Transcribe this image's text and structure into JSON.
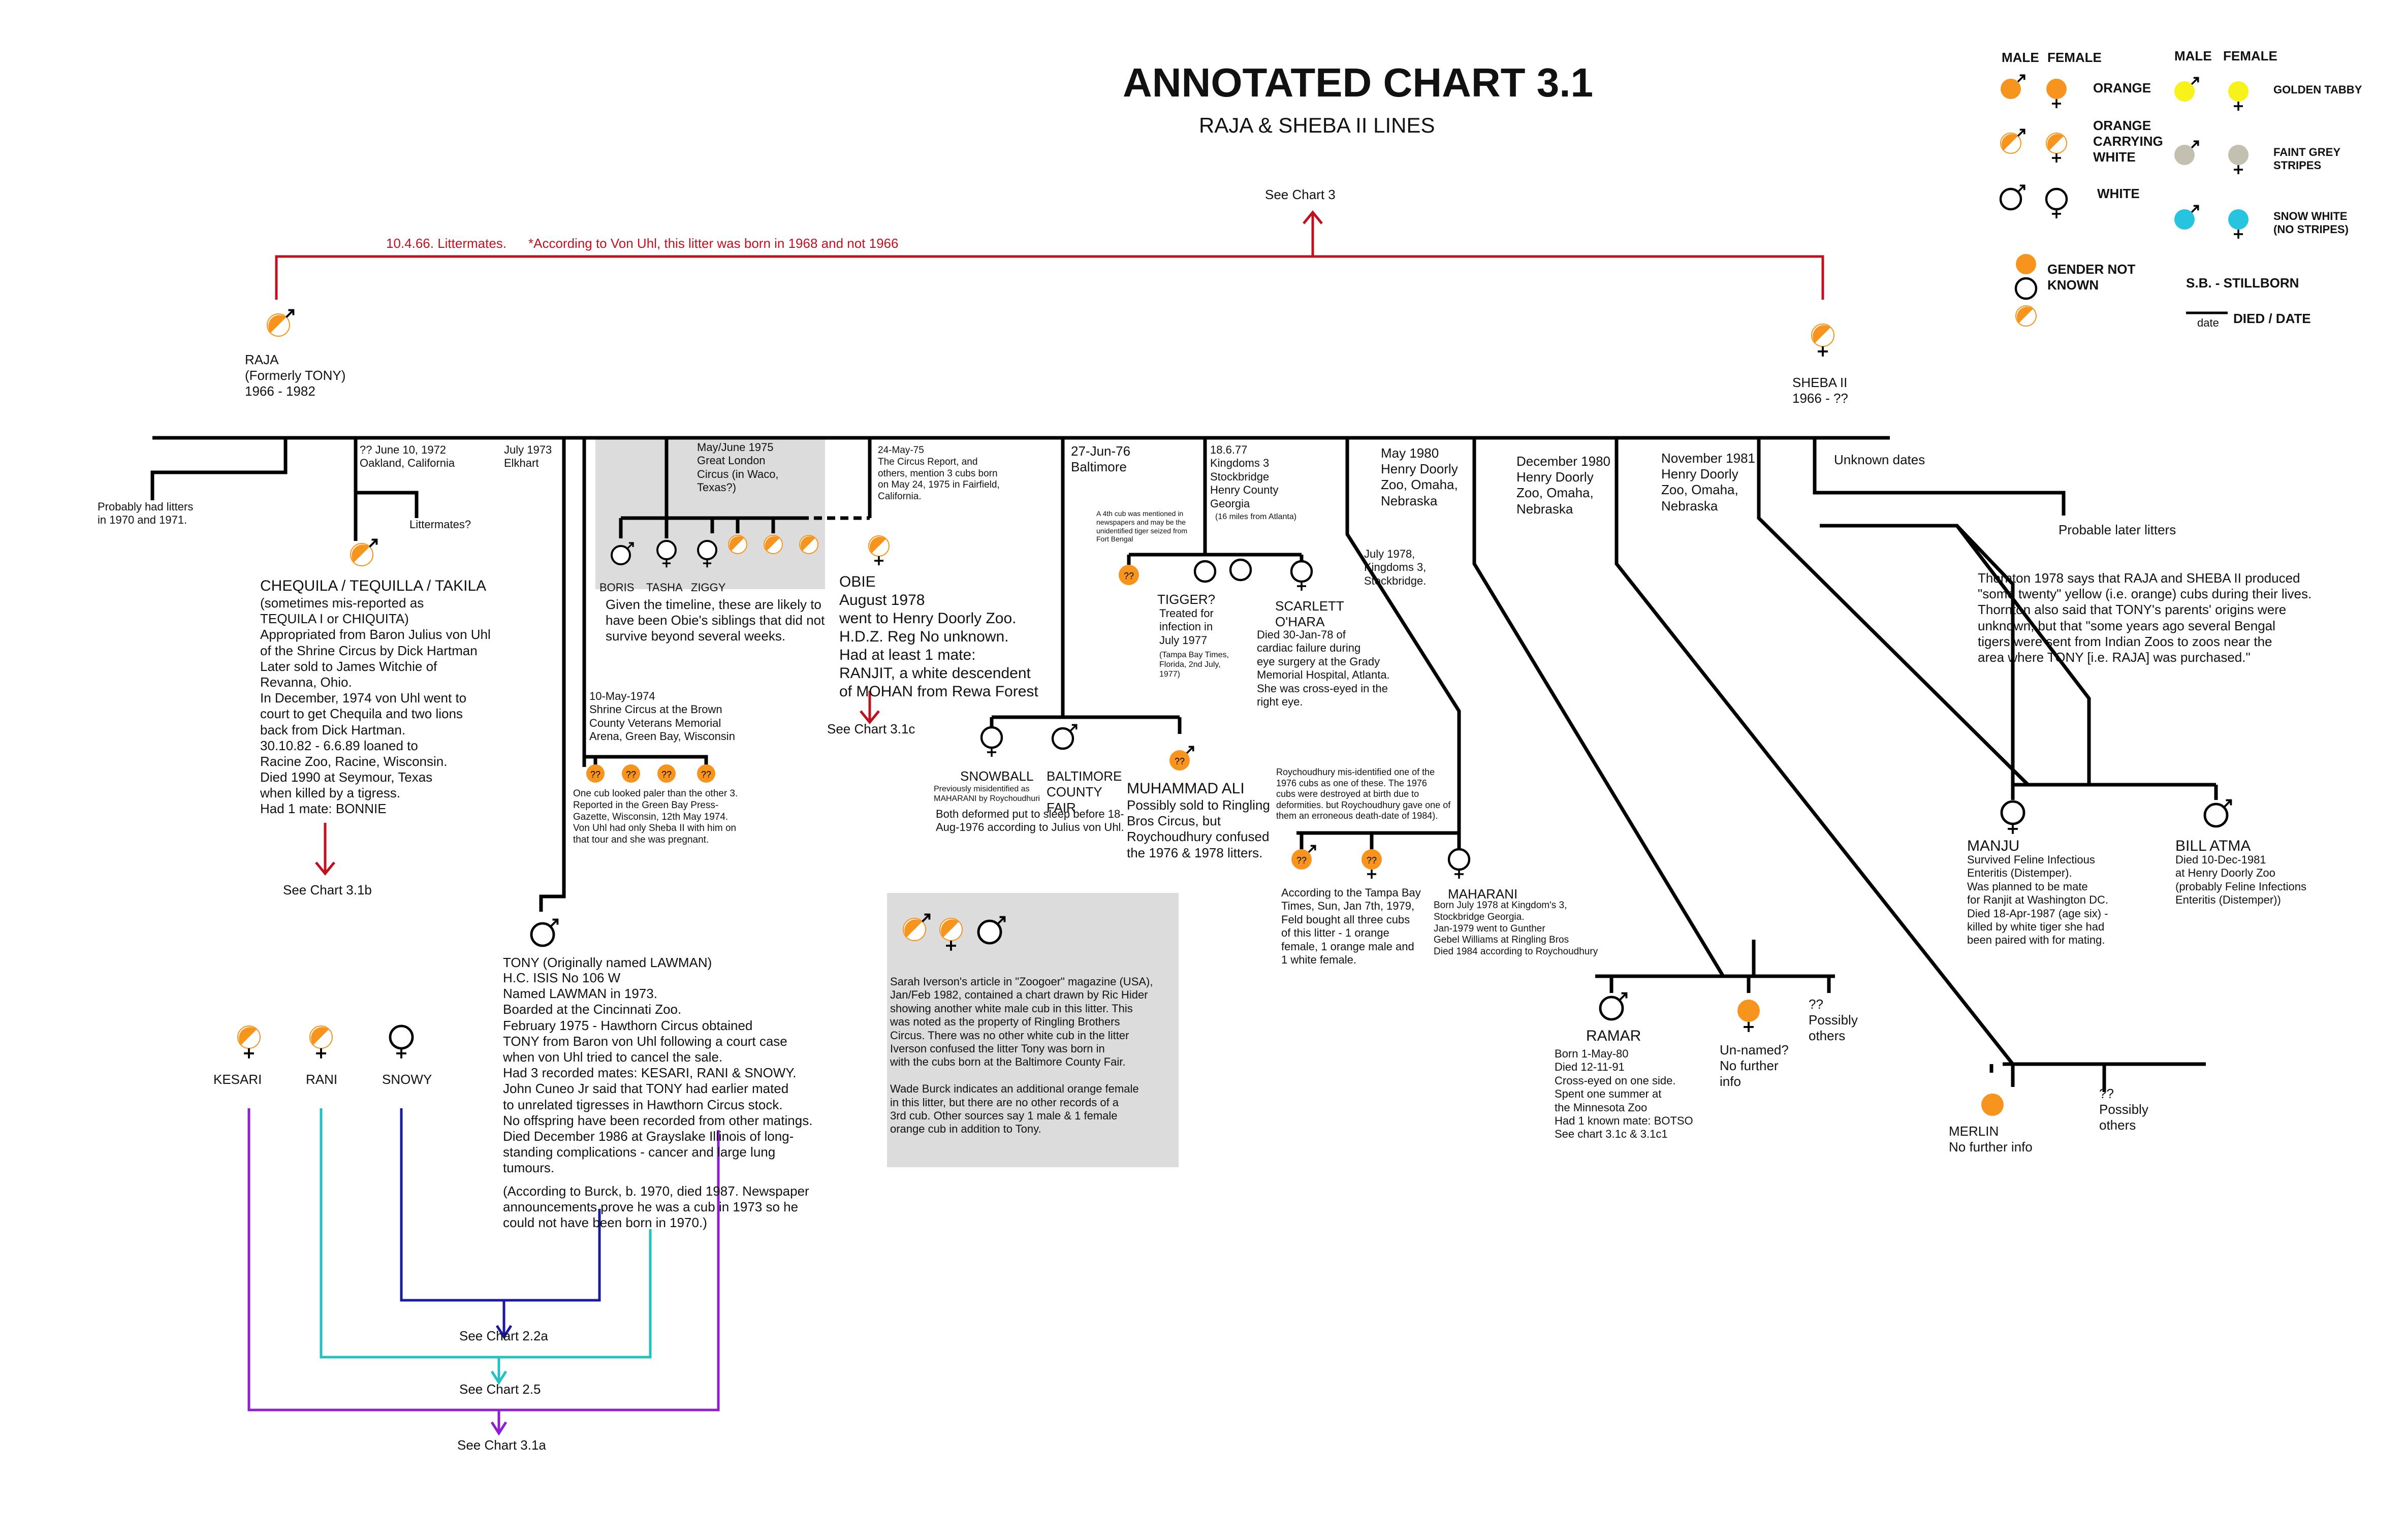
{
  "title": "ANNOTATED CHART 3.1",
  "subtitle": "RAJA & SHEBA II LINES",
  "colors": {
    "orange": "#f7941d",
    "golden": "#f7f21a",
    "grey_stripe": "#c3c0b1",
    "snow": "#27c4df",
    "red_line": "#c0111f",
    "teal_line": "#22c1c3",
    "navy_line": "#1a1aa0",
    "purple_line": "#8c1fd0",
    "box_grey": "#dcdcdc"
  },
  "legend": {
    "male_1": "MALE",
    "female_1": "FEMALE",
    "male_2": "MALE",
    "female_2": "FEMALE",
    "orange": "ORANGE",
    "orange_carrying_white": "ORANGE\nCARRYING\nWHITE",
    "white": "WHITE",
    "golden_tabby": "GOLDEN TABBY",
    "faint_grey": "FAINT GREY\nSTRIPES",
    "snow_white": "SNOW WHITE\n(NO STRIPES)",
    "gender_not_known": "GENDER NOT\nKNOWN",
    "stillborn": "S.B.  - STILLBORN",
    "date_word": "date",
    "died_date": "DIED / DATE"
  },
  "top": {
    "see_chart_3": "See Chart 3",
    "littermates": "10.4.66.  Littermates.",
    "von_uhl_note": "*According to Von Uhl, this litter  was born in 1968 and not 1966",
    "raja": "RAJA\n(Formerly TONY)\n1966 - 1982",
    "sheba": "SHEBA II\n1966 - ??"
  },
  "branches": {
    "probably_litters": "Probably had litters\nin 1970 and 1971.",
    "june_1972": "?? June 10, 1972\nOakland, California",
    "littermates_q": "Littermates?",
    "july_1973": "July 1973\nElkhart",
    "may_june_1975": "May/June 1975\nGreat London\nCircus (in Waco,\nTexas?)",
    "may_24_75": "24-May-75\nThe Circus Report, and\nothers, mention 3 cubs born\non May 24, 1975 in Fairfield,\nCalifornia.",
    "jun_27_76": "27-Jun-76\nBaltimore",
    "fourth_cub": "A 4th cub was mentioned in\nnewspapers and may be the\nunidentified tiger seized from\nFort Bengal",
    "kingdoms_1877": "18.6.77\nKingdoms 3\nStockbridge\nHenry County\nGeorgia",
    "sixteen_miles": "(16 miles from Atlanta)",
    "may_1980": "May 1980\nHenry Doorly\nZoo, Omaha,\nNebraska",
    "july_1978": "July 1978,\nKingdoms 3,\nStockbridge.",
    "dec_1980": "December 1980\nHenry Doorly\nZoo, Omaha,\nNebraska",
    "nov_1981": "November 1981\nHenry Doorly\nZoo, Omaha,\nNebraska",
    "unknown_dates": "Unknown dates",
    "probable_later": "Probable later litters",
    "thornton": "Thornton 1978 says that RAJA and SHEBA II produced\n\"some twenty\" yellow (i.e. orange) cubs during their lives.\nThornton also said that TONY's parents' origins were\nunknown, but that \"some years ago several Bengal\ntigers were sent from Indian Zoos to zoos near the\narea where TONY  [i.e. RAJA] was purchased.\""
  },
  "chequila": {
    "name": "CHEQUILA / TEQUILLA / TAKILA",
    "text": "(sometimes mis-reported as\nTEQUILA I or CHIQUITA)\nAppropriated from Baron Julius von Uhl\nof the Shrine Circus by Dick Hartman\nLater sold to James Witchie of\nRevanna, Ohio.\nIn December, 1974 von Uhl went to\ncourt to get Chequila and two lions\nback from Dick Hartman.\n30.10.82 - 6.6.89 loaned to\nRacine Zoo, Racine, Wisconsin.\nDied 1990 at Seymour, Texas\nwhen killed by a tigress.\nHad 1 mate:  BONNIE",
    "see": "See Chart 3.1b"
  },
  "boris_group": {
    "boris": "BORIS",
    "tasha": "TASHA",
    "ziggy": "ZIGGY",
    "note": "Given the timeline, these are likely to\nhave been Obie's siblings that did not\nsurvive beyond several weeks."
  },
  "obie": {
    "text": "OBIE\nAugust 1978\nwent to Henry Doorly Zoo.\nH.D.Z. Reg No unknown.\nHad at least 1 mate:\nRANJIT, a white descendent\nof MOHAN from Rewa Forest",
    "see": "See Chart 3.1c"
  },
  "shrine_1974": {
    "date": "10-May-1974\nShrine Circus at the Brown\nCounty Veterans Memorial\nArena, Green Bay, Wisconsin",
    "note": "One cub looked paler than the other 3.\nReported in the Green Bay Press-\nGazette, Wisconsin, 12th May 1974.\nVon Uhl had only Sheba II with him on\nthat tour and she was pregnant."
  },
  "baltimore": {
    "snowball": "SNOWBALL",
    "snowball_note": "Previously misidentified as\nMAHARANI by Roychoudhuri",
    "baltimore_fair": "BALTIMORE\nCOUNTY\nFAIR",
    "bottom_note": "Both deformed put to sleep before 18-\nAug-1976 according to Julius von Uhl.",
    "ali": "MUHAMMAD ALI",
    "ali_note": "Possibly sold to Ringling\nBros Circus, but\nRoychoudhury confused\nthe 1976 & 1978 litters."
  },
  "kingdoms_1977": {
    "tigger": "TIGGER?",
    "tigger_note": "Treated for\ninfection in\nJuly 1977",
    "tigger_src": "(Tampa Bay Times,\nFlorida, 2nd July,\n1977)",
    "scarlett": "SCARLETT\nO'HARA",
    "scarlett_note": "Died 30-Jan-78 of\ncardiac failure during\neye surgery at the Grady\nMemorial Hospital, Atlanta.\nShe was cross-eyed in the\nright eye."
  },
  "kingdoms_1978": {
    "roy_note": "Roychoudhury mis-identified one of the\n1976 cubs as one of these. The 1976\ncubs were destroyed at birth due to\ndeformities. but Roychoudhury gave one of\nthem an erroneous death-date of 1984).",
    "tampa_note": "According to the Tampa Bay\nTimes, Sun, Jan 7th, 1979,\nFeld bought all three cubs\nof this litter - 1 orange\nfemale, 1 orange male and\n1 white female.",
    "maharani": "MAHARANI",
    "maharani_note": "Born July 1978 at Kingdom's 3,\nStockbridge Georgia.\nJan-1979 went to Gunther\nGebel Williams at Ringling Bros\nDied 1984 according to Roychoudhury"
  },
  "dec1980_cubs": {
    "ramar": "RAMAR",
    "ramar_note": "Born 1-May-80\nDied 12-11-91\nCross-eyed on one side.\nSpent one summer at\n      the Minnesota Zoo\nHad 1 known mate: BOTSO\nSee chart 3.1c & 3.1c1",
    "unnamed": "Un-named?\nNo further\ninfo",
    "possibly": "??\nPossibly\nothers"
  },
  "nov1981_cubs": {
    "manju": "MANJU",
    "manju_note": "Survived Feline Infectious\nEnteritis (Distemper).\nWas planned to be mate\nfor Ranjit at Washington DC.\nDied 18-Apr-1987 (age six) -\nkilled by white tiger she had\nbeen paired with for mating.",
    "bill": "BILL ATMA",
    "bill_note": "Died 10-Dec-1981\nat Henry Doorly Zoo\n(probably Feline Infections\nEnteritis (Distemper))",
    "merlin": "MERLIN\nNo further info",
    "possibly": "??\nPossibly\nothers"
  },
  "tony": {
    "name": "TONY  (Originally named LAWMAN)",
    "text": "H.C. ISIS No 106 W\nNamed LAWMAN in 1973.\nBoarded at the Cincinnati Zoo.\nFebruary 1975 - Hawthorn Circus obtained\nTONY from Baron von Uhl following a court case\nwhen von Uhl tried to cancel the sale.\nHad 3 recorded mates: KESARI, RANI & SNOWY.\nJohn Cuneo Jr said that TONY had earlier mated\nto unrelated tigresses in Hawthorn Circus stock.\nNo offspring have been recorded from other matings.\nDied December 1986 at Grayslake Illinois of long-\nstanding complications - cancer and large lung\ntumours.",
    "burck": "(According to Burck, b. 1970, died 1987.  Newspaper\nannouncements prove he was a cub in 1973 so he\ncould not have been born in 1970.)"
  },
  "iverson": {
    "text": "Sarah Iverson's article in \"Zoogoer\" magazine (USA),\nJan/Feb 1982, contained a chart drawn by Ric Hider\nshowing another white male cub in this litter. This\nwas noted as the property of Ringling Brothers\nCircus.  There was no other white cub in the litter\nIverson confused the litter Tony was  born in\nwith the cubs born at the Baltimore County Fair.\n\nWade Burck indicates an additional orange female\nin this litter, but there are no other records of a\n3rd cub.  Other sources say 1 male & 1 female\norange cub in addition to Tony."
  },
  "mates": {
    "kesari": "KESARI",
    "rani": "RANI",
    "snowy": "SNOWY",
    "see_22a": "See Chart 2.2a",
    "see_25": "See Chart 2.5",
    "see_31a": "See Chart 3.1a"
  }
}
